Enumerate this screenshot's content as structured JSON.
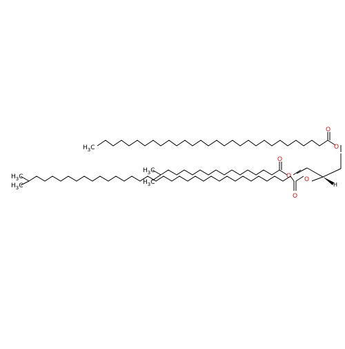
{
  "molecule": {
    "colors": {
      "bond": "#000000",
      "oxygen": "#ff0000",
      "carbon_label": "#000000"
    },
    "labels": {
      "ester_carbonyl_o": "O",
      "ester_ether_o": "O",
      "stereo_h": "H",
      "methyl_c": "C",
      "methyl_h": "H",
      "methyl_sub": "3"
    }
  }
}
